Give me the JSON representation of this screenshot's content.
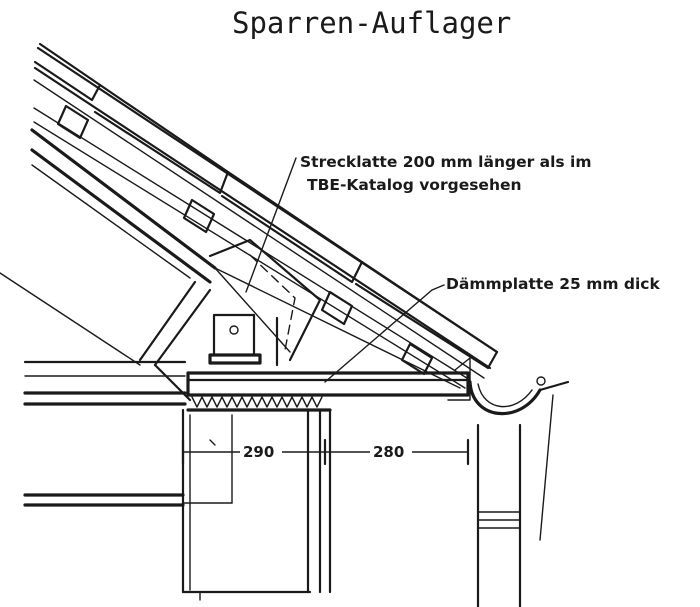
{
  "title": "Sparren-Auflager",
  "annotations": {
    "strecklatte_line1": "Strecklatte 200 mm länger als im",
    "strecklatte_line2": "TBE-Katalog vorgesehen",
    "daemmplatte": "Dämmplatte 25 mm dick"
  },
  "dimensions": {
    "left": "290",
    "right": "280"
  }
}
